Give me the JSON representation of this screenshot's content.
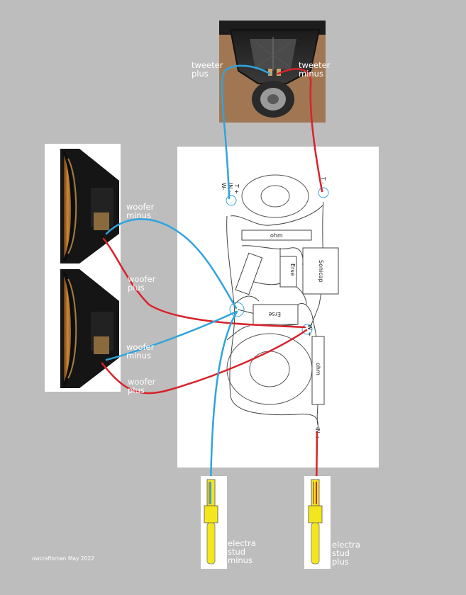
{
  "labels": {
    "tweeter_plus": "tweeter\nplus",
    "tweeter_minus": "tweeter\nminus",
    "woofer_minus_top": "woofer\nminus",
    "woofer_plus_top": "woofer\nplus",
    "woofer_minus_bottom": "woofer\nminus",
    "woofer_plus_bottom": "woofer\nplus",
    "electra_minus": "electra\nstud\nminus",
    "electra_plus": "electra\nstud\nplus",
    "credit": "owcraftsman May 2022"
  },
  "board": {
    "t_plus": "T +",
    "w_minus": "W-",
    "in_minus": "IN -",
    "t_minus": "T -",
    "ohm_top": "ohm",
    "erse_vertical": "Erse",
    "sonicap": "Sonicap",
    "erse_horizontal": "Erse",
    "w_plus": "W +",
    "ohm_vertical": "ohm",
    "in_plus": "IN +"
  },
  "colors": {
    "background": "#bdbdbd",
    "wire_blue": "#2fa4dc",
    "wire_red": "#d8222a",
    "stud_yellow": "#f4e61d"
  }
}
